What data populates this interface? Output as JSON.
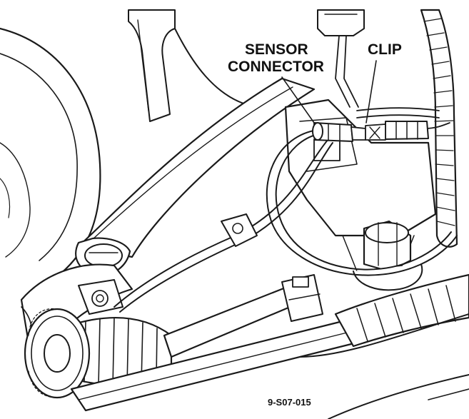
{
  "labels": {
    "sensor_line1": "SENSOR",
    "sensor_line2": "CONNECTOR",
    "clip": "CLIP",
    "figure_id": "9-S07-015"
  },
  "colors": {
    "ink": "#1a1a1a",
    "paper": "#ffffff"
  }
}
